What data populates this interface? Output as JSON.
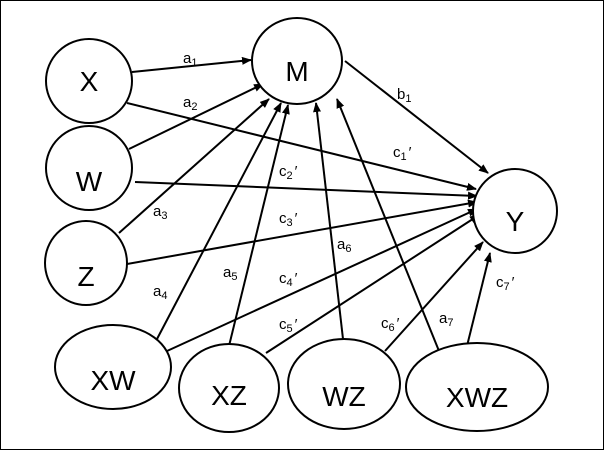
{
  "diagram": {
    "nodes": {
      "X": {
        "label": "X"
      },
      "W": {
        "label": "W"
      },
      "Z": {
        "label": "Z"
      },
      "M": {
        "label": "M"
      },
      "Y": {
        "label": "Y"
      },
      "XW": {
        "label": "XW"
      },
      "XZ": {
        "label": "XZ"
      },
      "WZ": {
        "label": "WZ"
      },
      "XWZ": {
        "label": "XWZ"
      }
    },
    "edges": [
      {
        "id": "a1",
        "from": "X",
        "to": "M",
        "label": "a",
        "sub": "1",
        "prime": ""
      },
      {
        "id": "a2",
        "from": "W",
        "to": "M",
        "label": "a",
        "sub": "2",
        "prime": ""
      },
      {
        "id": "a3",
        "from": "Z",
        "to": "M",
        "label": "a",
        "sub": "3",
        "prime": ""
      },
      {
        "id": "a4",
        "from": "XW",
        "to": "M",
        "label": "a",
        "sub": "4",
        "prime": ""
      },
      {
        "id": "a5",
        "from": "XZ",
        "to": "M",
        "label": "a",
        "sub": "5",
        "prime": ""
      },
      {
        "id": "a6",
        "from": "WZ",
        "to": "M",
        "label": "a",
        "sub": "6",
        "prime": ""
      },
      {
        "id": "a7",
        "from": "XWZ",
        "to": "M",
        "label": "a",
        "sub": "7",
        "prime": ""
      },
      {
        "id": "b1",
        "from": "M",
        "to": "Y",
        "label": "b",
        "sub": "1",
        "prime": ""
      },
      {
        "id": "c1",
        "from": "X",
        "to": "Y",
        "label": "c",
        "sub": "1",
        "prime": "′"
      },
      {
        "id": "c2",
        "from": "W",
        "to": "Y",
        "label": "c",
        "sub": "2",
        "prime": "′"
      },
      {
        "id": "c3",
        "from": "Z",
        "to": "Y",
        "label": "c",
        "sub": "3",
        "prime": "′"
      },
      {
        "id": "c4",
        "from": "XW",
        "to": "Y",
        "label": "c",
        "sub": "4",
        "prime": "′"
      },
      {
        "id": "c5",
        "from": "XZ",
        "to": "Y",
        "label": "c",
        "sub": "5",
        "prime": "′"
      },
      {
        "id": "c6",
        "from": "WZ",
        "to": "Y",
        "label": "c",
        "sub": "6",
        "prime": "′"
      },
      {
        "id": "c7",
        "from": "XWZ",
        "to": "Y",
        "label": "c",
        "sub": "7",
        "prime": "′"
      }
    ]
  }
}
